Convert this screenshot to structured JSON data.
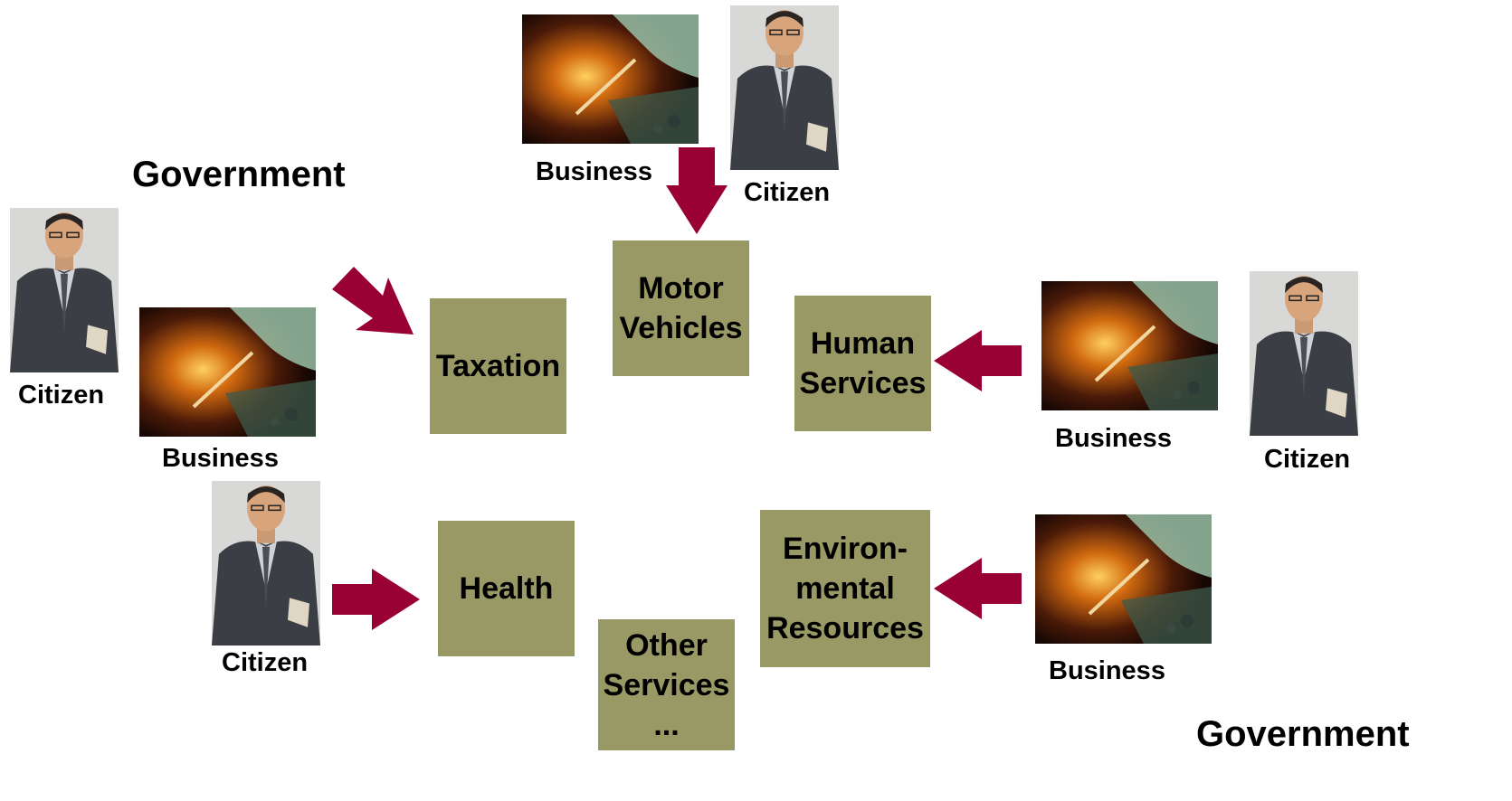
{
  "headings": {
    "top_left": "Government",
    "bottom_right": "Government"
  },
  "services": {
    "taxation": [
      "Taxation"
    ],
    "motor_vehicles": [
      "Motor",
      "Vehicles"
    ],
    "human_services": [
      "Human",
      "Services"
    ],
    "health": [
      "Health"
    ],
    "environmental": [
      "Environ-",
      "mental",
      "Resources"
    ],
    "other": [
      "Other",
      "Services",
      "..."
    ]
  },
  "labels": {
    "business_top": "Business",
    "citizen_top": "Citizen",
    "citizen_left": "Citizen",
    "business_left": "Business",
    "business_right": "Business",
    "citizen_right": "Citizen",
    "citizen_bottom_left": "Citizen",
    "business_bottom_right": "Business"
  },
  "colors": {
    "box": "#999966",
    "arrow": "#990033"
  }
}
